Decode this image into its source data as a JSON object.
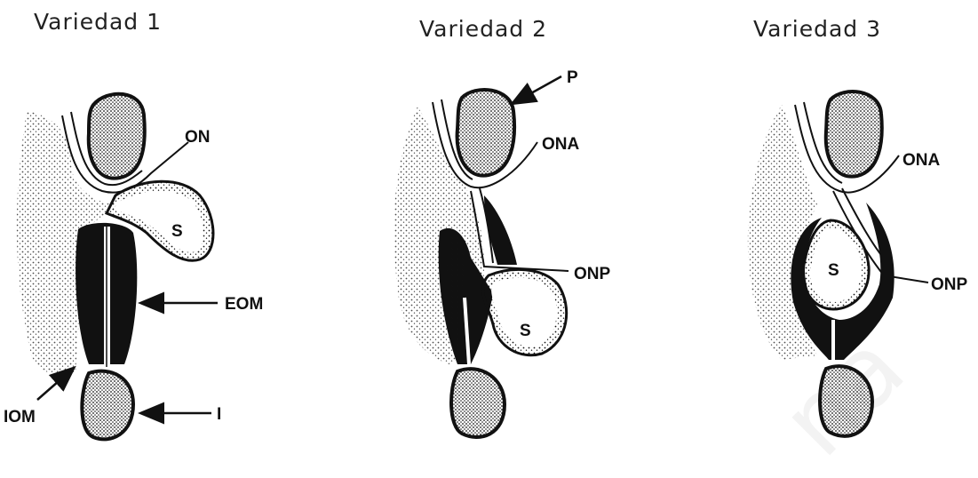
{
  "titles": [
    "Variedad 1",
    "Variedad 2",
    "Variedad 3"
  ],
  "labels": {
    "v1": {
      "on": "ON",
      "s": "S",
      "eom": "EOM",
      "iom": "IOM",
      "i": "I"
    },
    "v2": {
      "p": "P",
      "ona": "ONA",
      "onp": "ONP",
      "s": "S"
    },
    "v3": {
      "ona": "ONA",
      "onp": "ONP",
      "s": "S"
    }
  },
  "watermark": "na",
  "colors": {
    "ink": "#111111",
    "sac": "#ffffff",
    "watermark": "#f3f3f3"
  }
}
